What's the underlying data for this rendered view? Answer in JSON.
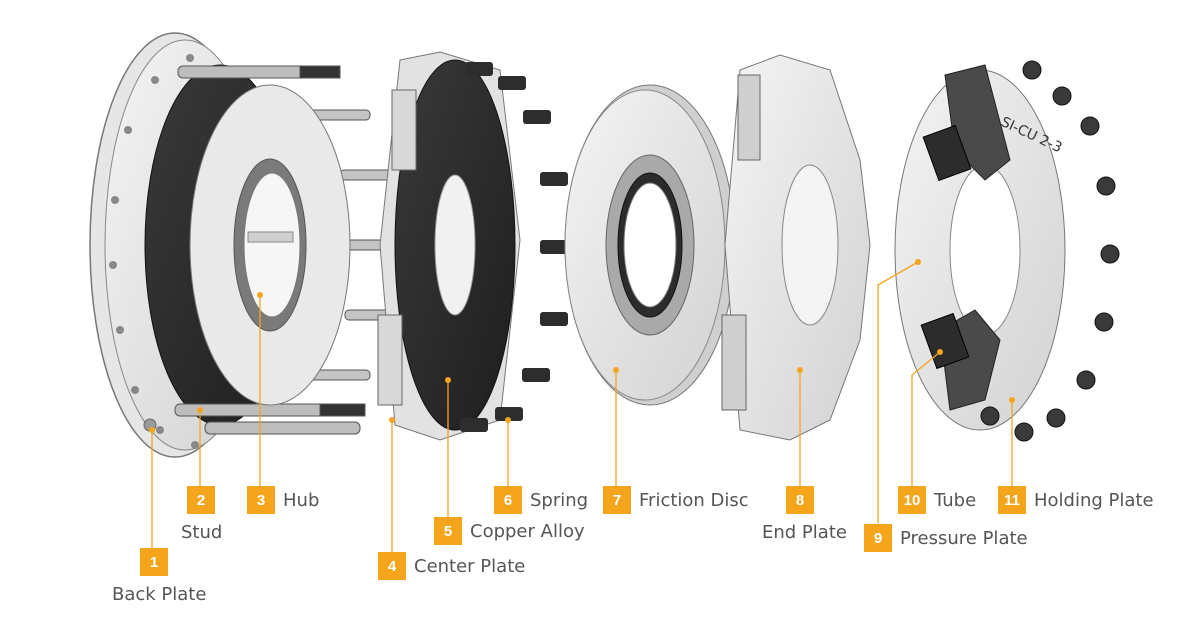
{
  "accent_color": "#f5a51c",
  "label_color": "#555555",
  "labels": [
    {
      "num": "1",
      "text": "Back Plate"
    },
    {
      "num": "2",
      "text": "Stud"
    },
    {
      "num": "3",
      "text": "Hub"
    },
    {
      "num": "4",
      "text": "Center Plate"
    },
    {
      "num": "5",
      "text": "Copper Alloy"
    },
    {
      "num": "6",
      "text": "Spring"
    },
    {
      "num": "7",
      "text": "Friction Disc"
    },
    {
      "num": "8",
      "text": "End Plate"
    },
    {
      "num": "9",
      "text": "Pressure Plate"
    },
    {
      "num": "10",
      "text": "Tube"
    },
    {
      "num": "11",
      "text": "Holding Plate"
    }
  ],
  "stamp_text": "SI-CU 2-3"
}
